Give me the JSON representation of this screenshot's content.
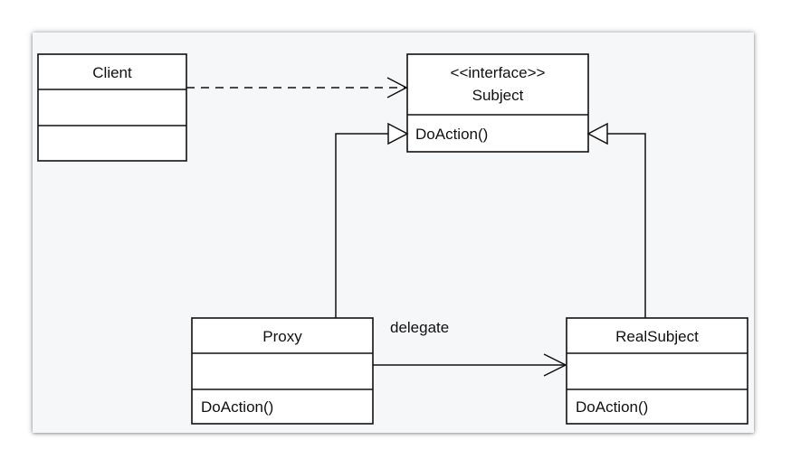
{
  "classes": {
    "client": {
      "name": "Client",
      "attributes": "",
      "methods": ""
    },
    "subject": {
      "stereotype": "<<interface>>",
      "name": "Subject",
      "methods": "DoAction()"
    },
    "proxy": {
      "name": "Proxy",
      "attributes": "",
      "methods": "DoAction()"
    },
    "real_subject": {
      "name": "RealSubject",
      "attributes": "",
      "methods": "DoAction()"
    }
  },
  "relations": {
    "delegate_label": "delegate"
  },
  "colors": {
    "canvas": "#f6f7f9",
    "box_fill": "#ffffff",
    "stroke": "#111111"
  }
}
